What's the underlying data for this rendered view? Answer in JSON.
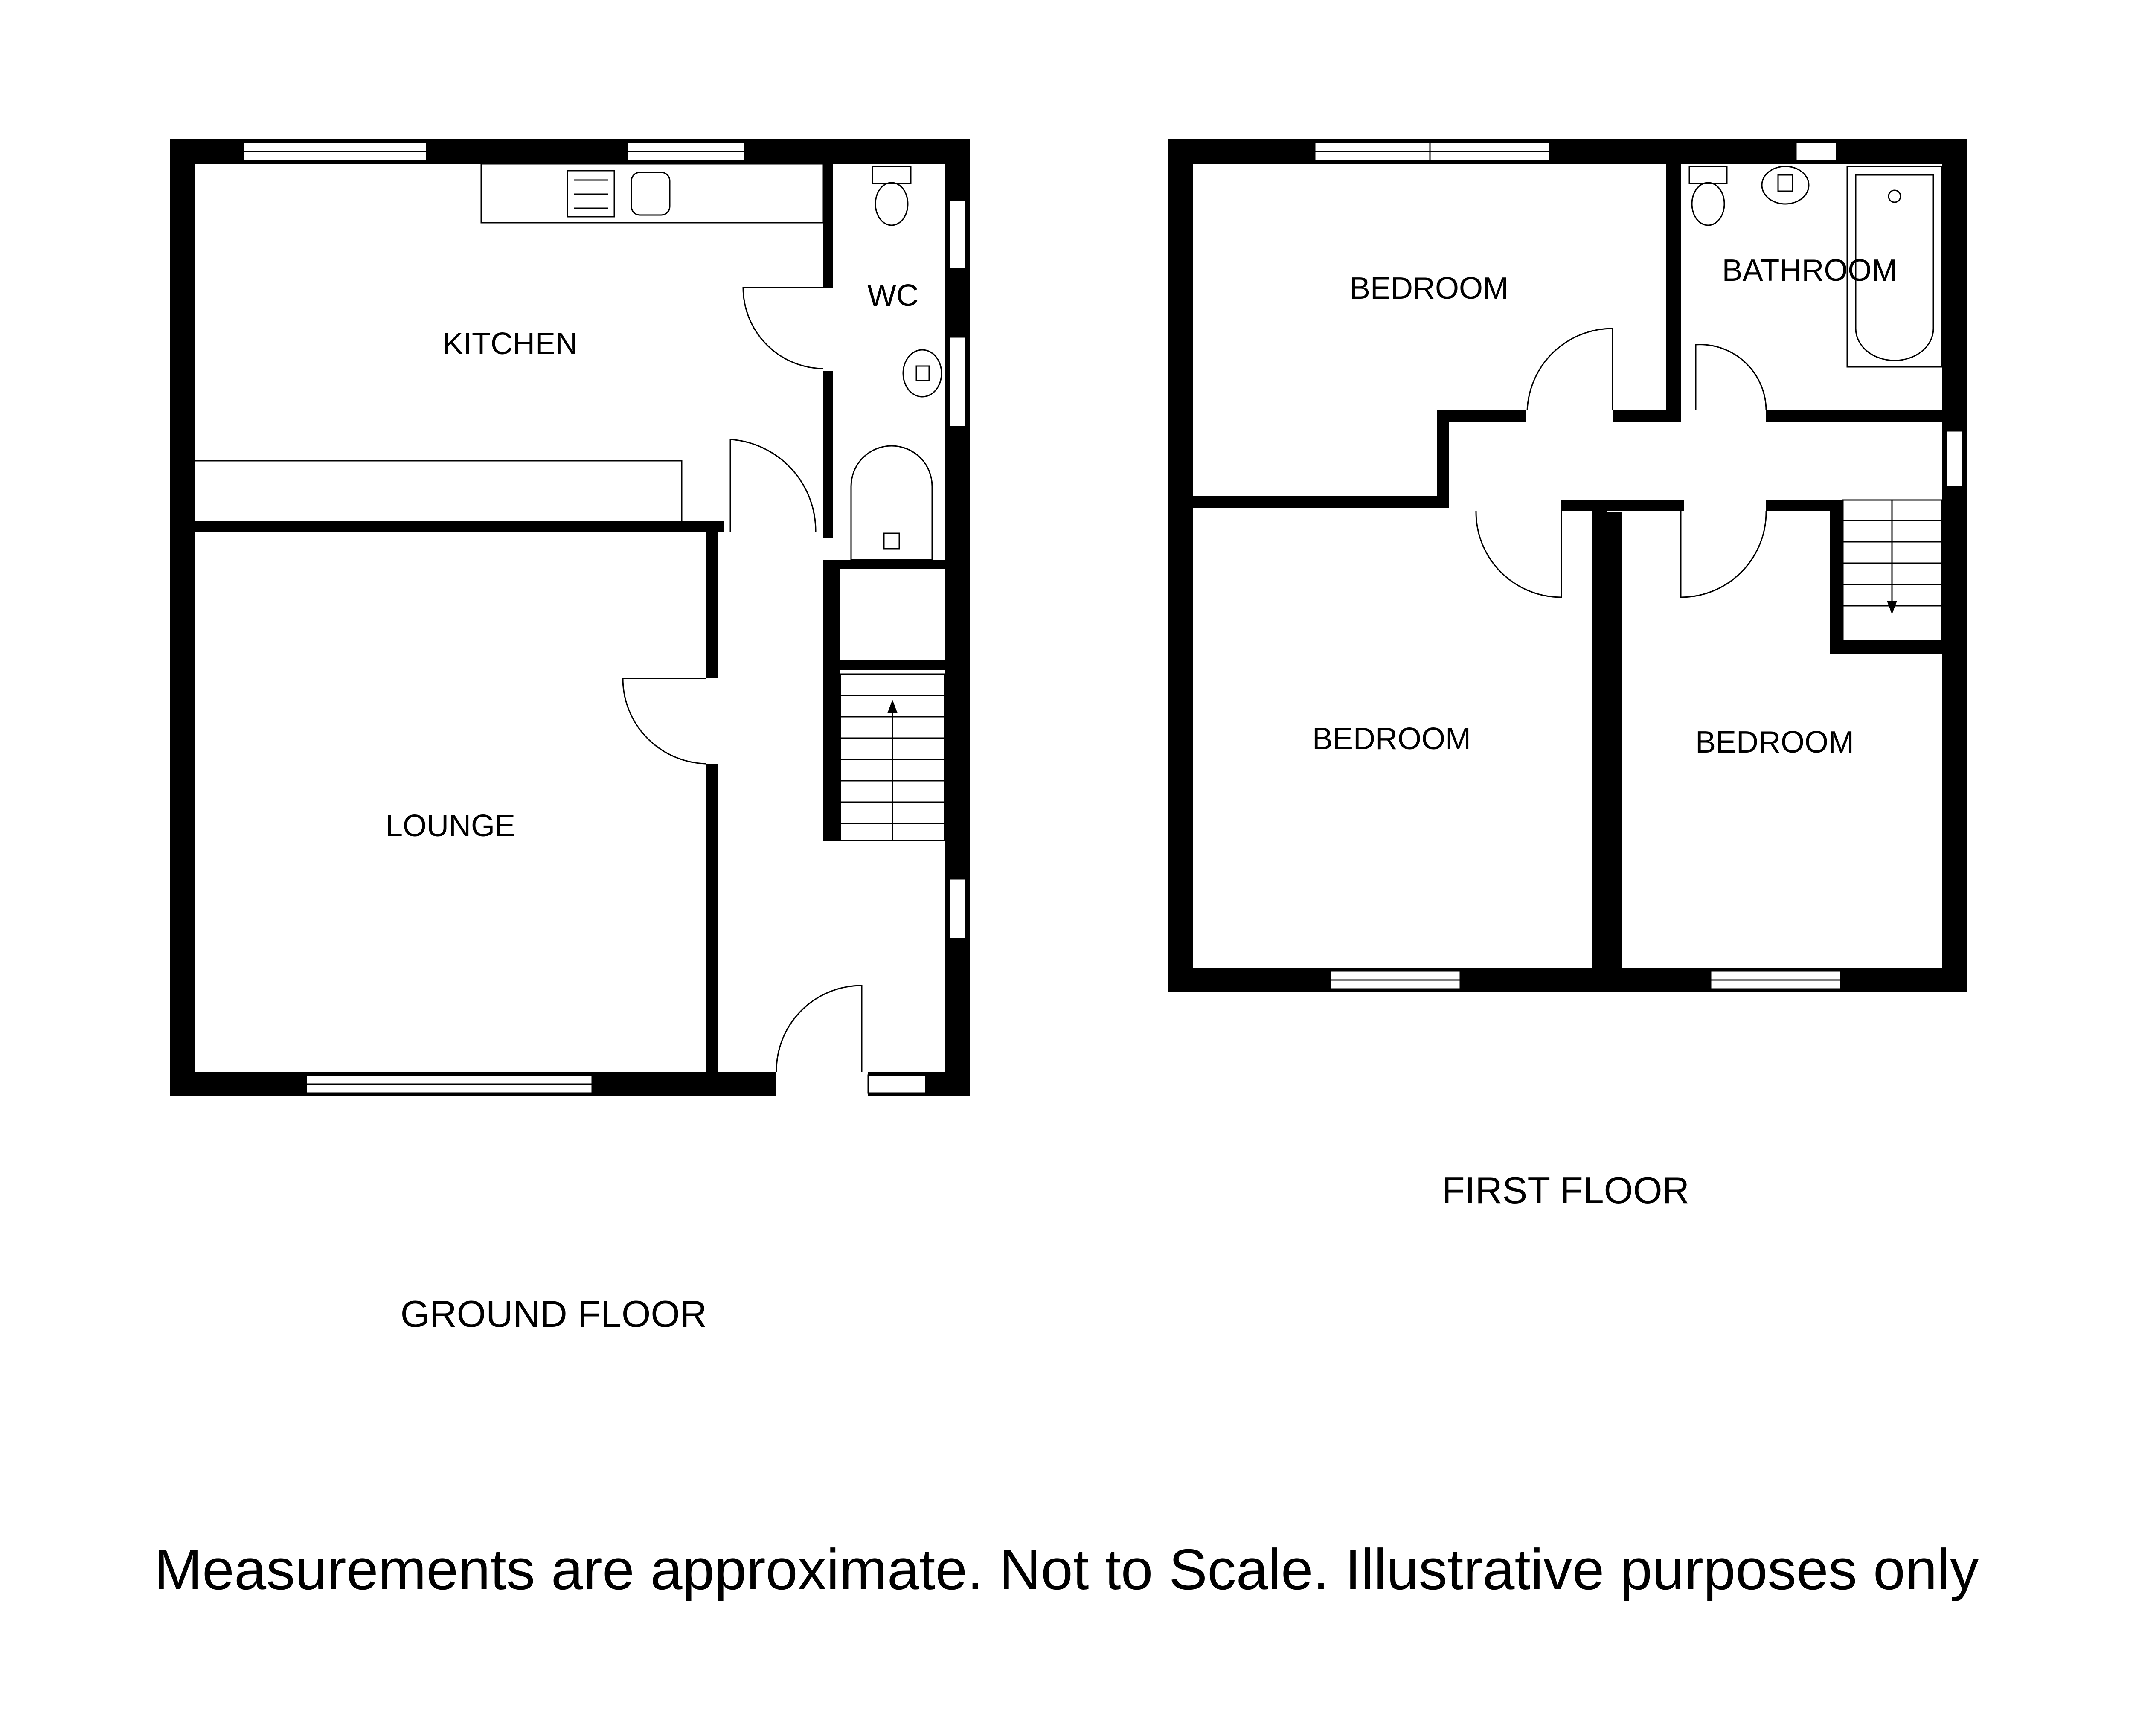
{
  "ground_floor": {
    "title": "GROUND FLOOR",
    "rooms": {
      "kitchen": "KITCHEN",
      "wc": "WC",
      "lounge": "LOUNGE"
    }
  },
  "first_floor": {
    "title": "FIRST FLOOR",
    "rooms": {
      "bedroom_1": "BEDROOM",
      "bathroom": "BATHROOM",
      "bedroom_2": "BEDROOM",
      "bedroom_3": "BEDROOM"
    }
  },
  "footer": {
    "disclaimer": "Measurements are approximate. Not to Scale. Illustrative purposes only"
  }
}
